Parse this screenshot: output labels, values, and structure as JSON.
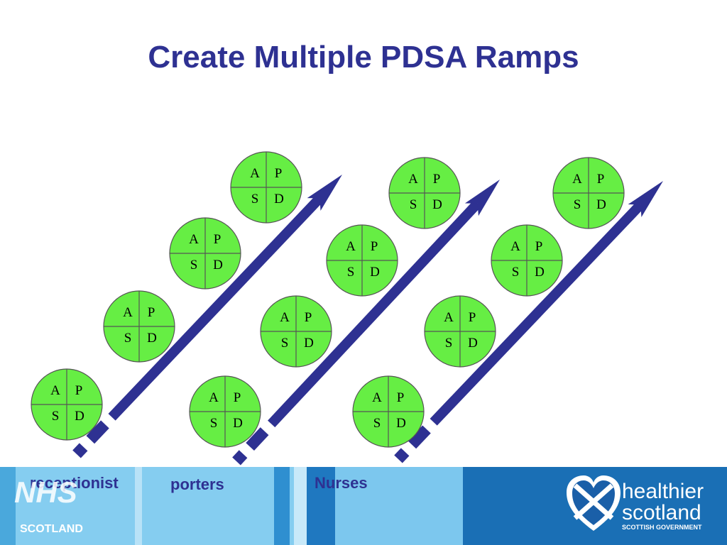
{
  "title": "Create Multiple PDSA Ramps",
  "cycle_letters": {
    "a": "A",
    "p": "P",
    "s": "S",
    "d": "D"
  },
  "ramps": [
    {
      "name": "receptionist",
      "cycles": 4
    },
    {
      "name": "porters",
      "cycles": 4
    },
    {
      "name": "Nurses",
      "cycles": 4
    }
  ],
  "logos": {
    "nhs": {
      "line1": "NHS",
      "line2": "SCOTLAND"
    },
    "healthier_scotland": {
      "line1": "healthier",
      "line2": "scotland",
      "line3": "SCOTTISH GOVERNMENT"
    }
  },
  "colors": {
    "title": "#2e3192",
    "arrow": "#2e3192",
    "cycle_fill": "#66ee44",
    "footer_light": "#85cdf0",
    "footer_mid": "#3a9ed8",
    "footer_dark": "#1a6fb5"
  }
}
